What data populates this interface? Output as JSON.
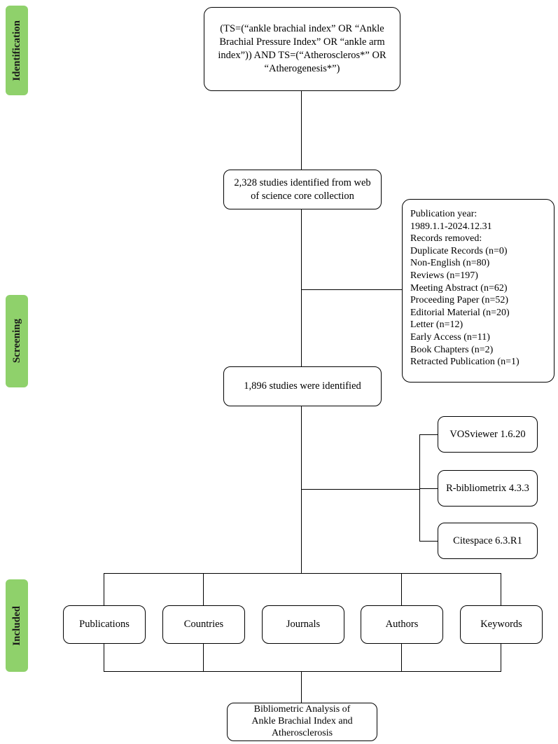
{
  "stages": {
    "identification": "Identification",
    "screening": "Screening",
    "included": "Included"
  },
  "query": {
    "lines": [
      "(TS=(“ankle brachial index” OR “Ankle",
      "Brachial Pressure Index” OR “ankle arm",
      "index”)) AND TS=(“Atheroscleros*” OR",
      "“Atherogenesis*”)"
    ]
  },
  "identified": {
    "lines": [
      "2,328 studies identified from web",
      "of science core collection"
    ]
  },
  "removed": {
    "lines": [
      "Publication year:",
      "1989.1.1-2024.12.31",
      "Records removed:",
      "Duplicate Records (n=0)",
      "Non-English (n=80)",
      "Reviews (n=197)",
      "Meeting Abstract (n=62)",
      "Proceeding Paper (n=52)",
      "Editorial Material (n=20)",
      "Letter (n=12)",
      "Early Access (n=11)",
      "Book Chapters (n=2)",
      "Retracted Publication (n=1)"
    ]
  },
  "final_count": "1,896 studies were identified",
  "tools": [
    "VOSviewer 1.6.20",
    "R-bibliometrix 4.3.3",
    "Citespace 6.3.R1"
  ],
  "categories": [
    "Publications",
    "Countries",
    "Journals",
    "Authors",
    "Keywords"
  ],
  "result": {
    "lines": [
      "Bibliometric Analysis of",
      "Ankle Brachial Index and",
      "Atherosclerosis"
    ]
  },
  "colors": {
    "stage_fill": "#8fd16b",
    "line": "#000000"
  }
}
